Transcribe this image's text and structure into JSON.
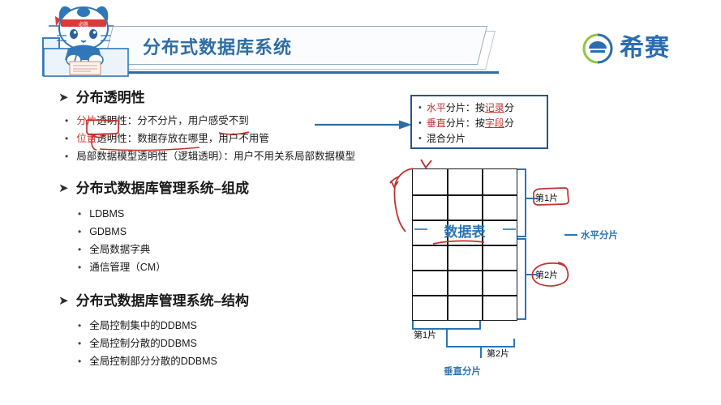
{
  "slide": {
    "title": "分布式数据库系统",
    "brand": {
      "text": "希赛",
      "mark": "circle-e-logo-icon"
    },
    "mascot": "cat-mascot-writing-icon"
  },
  "sections": [
    {
      "heading": "分布透明性",
      "bullets": [
        {
          "segments": [
            {
              "t": "分片",
              "style": "red-boxed"
            },
            {
              "t": "透明性：分不分片，用户感受不到",
              "style": "plain"
            }
          ]
        },
        {
          "segments": [
            {
              "t": "位置",
              "style": "red"
            },
            {
              "t": "透明性：数据存放在哪里，用户不用管",
              "style": "plain"
            }
          ]
        },
        {
          "segments": [
            {
              "t": "局部数据模型透明性（逻辑透明）：用户不用关系局部数据模型",
              "style": "plain"
            }
          ]
        }
      ]
    },
    {
      "heading": "分布式数据库管理系统–组成",
      "bullets": [
        {
          "segments": [
            {
              "t": "LDBMS",
              "style": "plain"
            }
          ]
        },
        {
          "segments": [
            {
              "t": "GDBMS",
              "style": "plain"
            }
          ]
        },
        {
          "segments": [
            {
              "t": "全局数据字典",
              "style": "plain"
            }
          ]
        },
        {
          "segments": [
            {
              "t": "通信管理（CM）",
              "style": "plain"
            }
          ]
        }
      ]
    },
    {
      "heading": "分布式数据库管理系统–结构",
      "bullets": [
        {
          "segments": [
            {
              "t": "全局控制集中的DDBMS",
              "style": "plain"
            }
          ]
        },
        {
          "segments": [
            {
              "t": "全局控制分散的DDBMS",
              "style": "plain"
            }
          ]
        },
        {
          "segments": [
            {
              "t": "全局控制部分分散的DDBMS",
              "style": "plain"
            }
          ]
        }
      ]
    }
  ],
  "callout": {
    "items": [
      {
        "parts": [
          {
            "t": "水平",
            "c": "red"
          },
          {
            "t": "分片：按",
            "c": "black"
          },
          {
            "t": "记录",
            "c": "red-underline"
          },
          {
            "t": "分",
            "c": "black"
          }
        ]
      },
      {
        "parts": [
          {
            "t": "垂直",
            "c": "red"
          },
          {
            "t": "分片：按",
            "c": "black"
          },
          {
            "t": "字段",
            "c": "red-underline"
          },
          {
            "t": "分",
            "c": "black"
          }
        ]
      },
      {
        "parts": [
          {
            "t": "混合分片",
            "c": "black"
          }
        ]
      }
    ]
  },
  "diagram": {
    "table_label": "数据表",
    "columns": 3,
    "rows": 6,
    "right_slice_labels": [
      "第1片",
      "第2片"
    ],
    "right_group_label": "水平分片",
    "bottom_slice_labels": [
      "第1片",
      "第2片"
    ],
    "bottom_group_label": "垂直分片"
  },
  "colors": {
    "title_blue": "#2e6da4",
    "accent_blue": "#2e74b5",
    "box_border": "#27578c",
    "annotation_red": "#c0322f",
    "brand_blue": "#2b6cb0"
  }
}
